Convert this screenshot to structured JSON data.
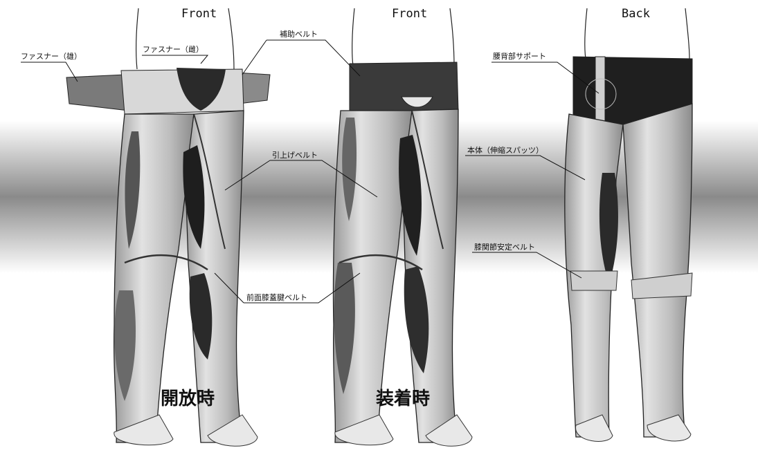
{
  "views": {
    "left": "Front",
    "middle": "Front",
    "right": "Back"
  },
  "states": {
    "open": "開放時",
    "worn": "装着時"
  },
  "labels": {
    "fastener_male": "ファスナー（雄）",
    "fastener_female": "ファスナー（雌）",
    "aux_belt": "補助ベルト",
    "lift_belt": "引上げベルト",
    "front_knee_belt": "前面膝蓋腱ベルト",
    "lumbar_support": "腰背部サポート",
    "body_spats": "本体（伸縮スパッツ）",
    "knee_stabilizer_belt": "膝関節安定ベルト"
  },
  "colors": {
    "ink": "#111111",
    "band_mid": "#8a8a8a"
  }
}
